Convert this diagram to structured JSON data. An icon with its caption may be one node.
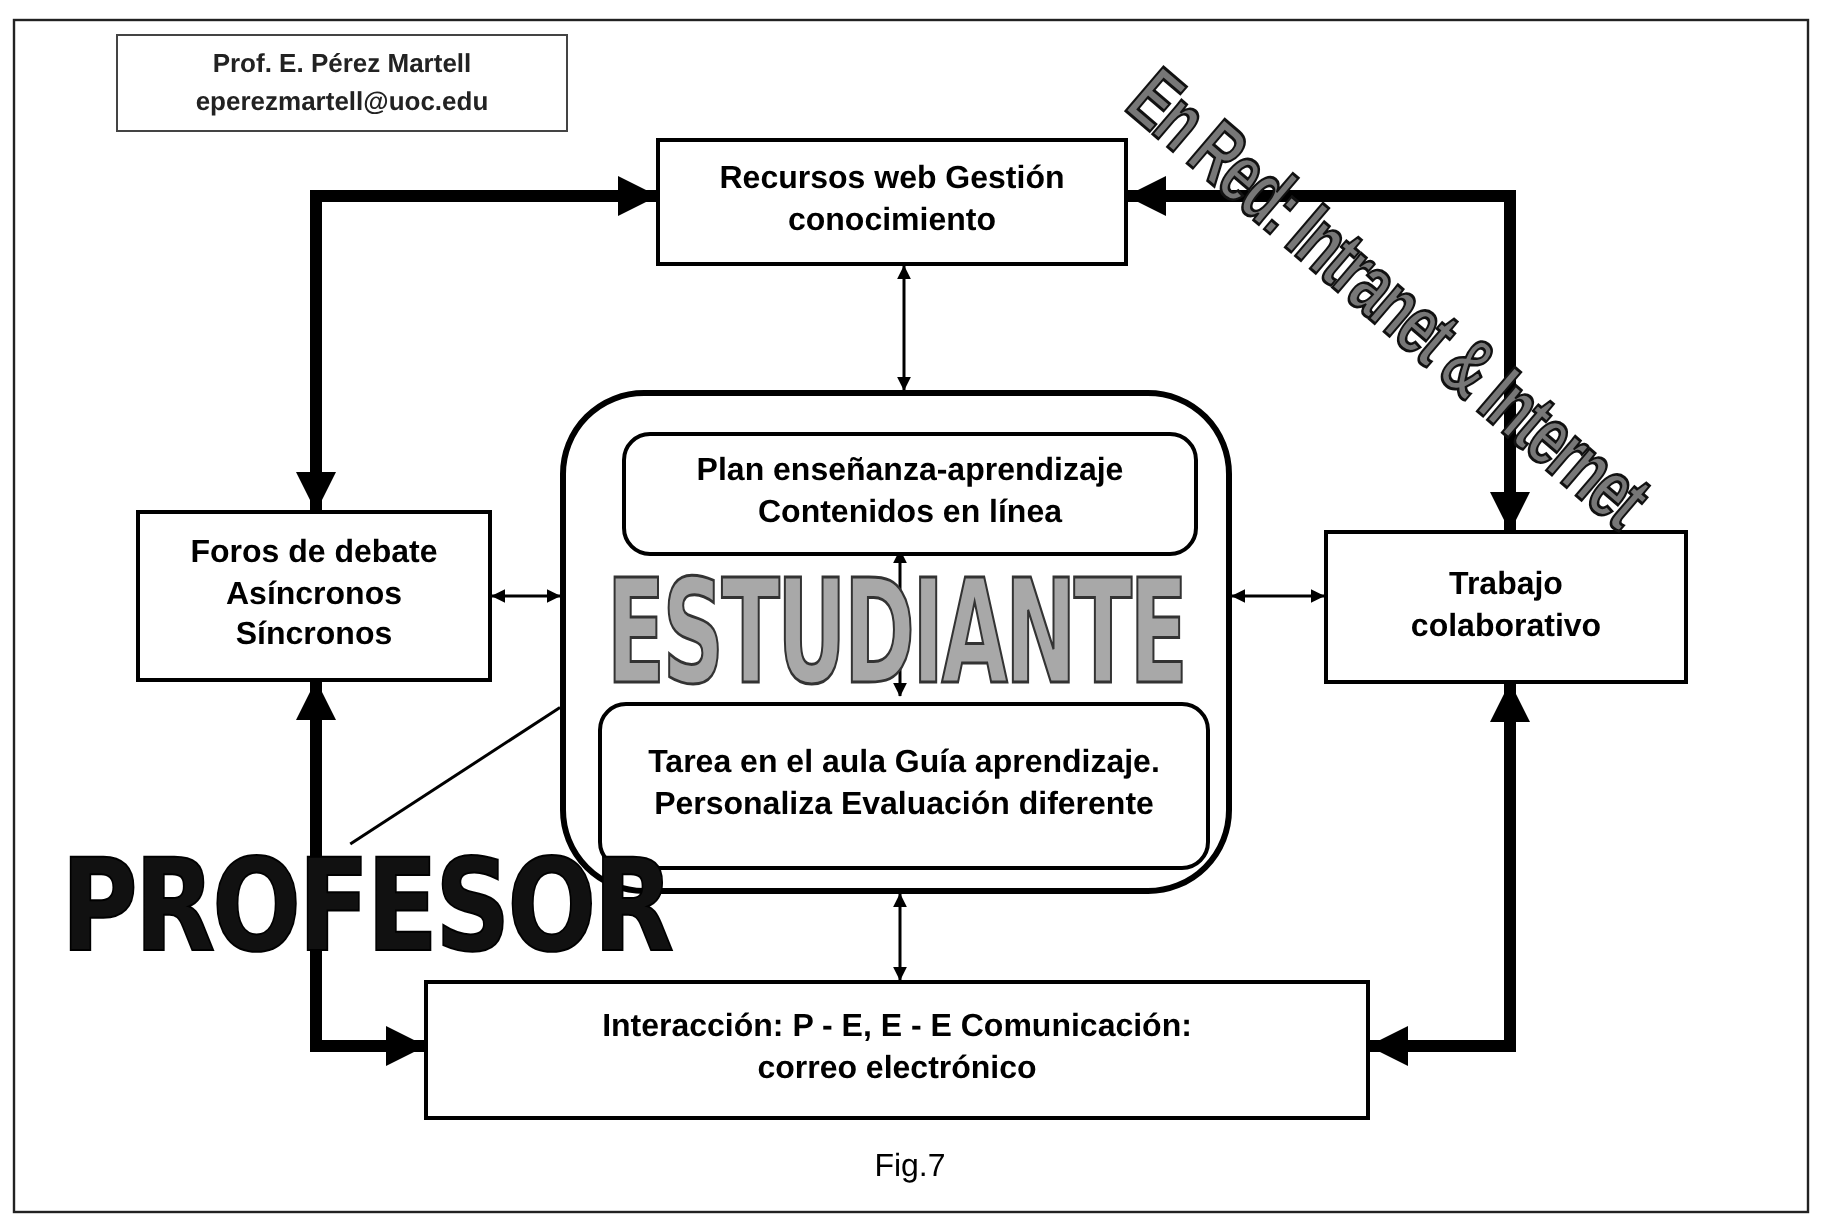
{
  "diagram": {
    "caption": "Fig.7",
    "nodes": [
      {
        "text": [
          "Prof. E. Pérez Martell",
          "eperezmartell@uoc.edu"
        ]
      },
      {
        "text": [
          "Recursos web Gestión conocimiento"
        ]
      },
      {
        "text": [
          "Foros de debate Asíncronos Síncronos"
        ]
      },
      {
        "text": [
          "ESTUDIANTE"
        ]
      },
      {
        "text": [
          "Plan enseñanza-aprendizaje Contenidos en línea"
        ],
        "in": 3
      },
      {
        "text": [
          "Tarea en el aula Guía aprendizaje. Personaliza Evaluación diferente"
        ],
        "in": 3
      },
      {
        "text": [
          "Trabajo colaborativo"
        ]
      },
      {
        "text": [
          "Interacción: P - E, E - E Comunicación: correo electrónico"
        ]
      },
      {
        "text": [
          "PROFESOR"
        ]
      }
    ],
    "edges": [
      {
        "from": 2,
        "to": 1,
        "arrow": "both",
        "style": "thick"
      },
      {
        "from": 1,
        "to": 6,
        "arrow": "both",
        "style": "thick"
      },
      {
        "from": 2,
        "to": 7,
        "arrow": "both",
        "style": "thick"
      },
      {
        "from": 6,
        "to": 7,
        "arrow": "both",
        "style": "thick"
      },
      {
        "from": 1,
        "to": 3,
        "arrow": "both"
      },
      {
        "from": 4,
        "to": 5,
        "arrow": "both"
      },
      {
        "from": 2,
        "to": 3,
        "arrow": "both"
      },
      {
        "from": 3,
        "to": 6,
        "arrow": "both"
      },
      {
        "from": 3,
        "to": 7,
        "arrow": "both"
      },
      {
        "from": 8,
        "to": 3,
        "arrow": "none"
      }
    ],
    "labels": [
      "En Red: Intranet & Internet"
    ]
  }
}
